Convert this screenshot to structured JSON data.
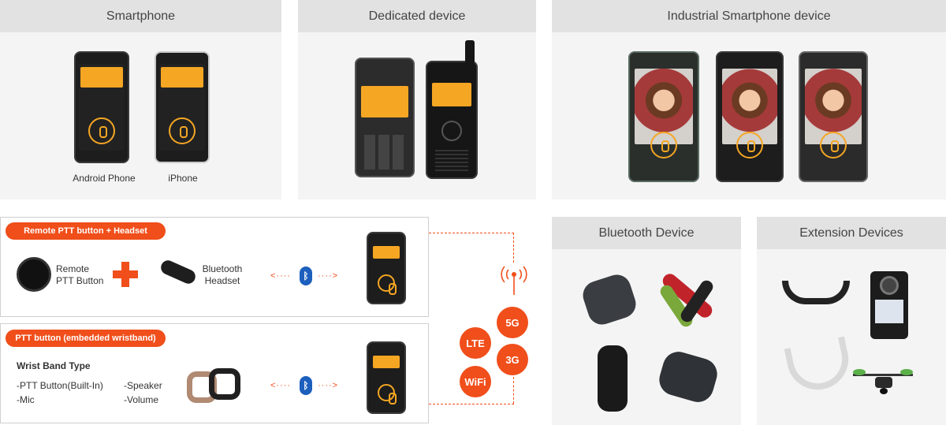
{
  "panels": {
    "smartphone": {
      "title": "Smartphone",
      "captions": [
        "Android Phone",
        "iPhone"
      ]
    },
    "dedicated": {
      "title": "Dedicated device"
    },
    "industrial": {
      "title": "Industrial Smartphone device"
    },
    "bluetooth": {
      "title": "Bluetooth Device"
    },
    "extension": {
      "title": "Extension Devices"
    }
  },
  "remote_box": {
    "badge": "Remote PTT button + Headset",
    "remote_label_1": "Remote",
    "remote_label_2": "PTT Button",
    "headset_label_1": "Bluetooth",
    "headset_label_2": "Headset"
  },
  "wrist_box": {
    "badge": "PTT button (embedded wristband)",
    "type_title": "Wrist Band Type",
    "features_left": [
      "-PTT Button(Built-In)",
      "-Mic"
    ],
    "features_right": [
      "-Speaker",
      "-Volume"
    ]
  },
  "networks": [
    "5G",
    "LTE",
    "3G",
    "WiFi"
  ],
  "icons": {
    "bluetooth": "bluetooth-icon",
    "antenna": "antenna-icon",
    "plus": "plus-icon"
  },
  "colors": {
    "accent": "#f04e1a",
    "bluetooth": "#1c5fbd",
    "panel_head": "#e2e2e2",
    "panel_body": "#f4f4f4",
    "screen_amber": "#f5a623"
  }
}
